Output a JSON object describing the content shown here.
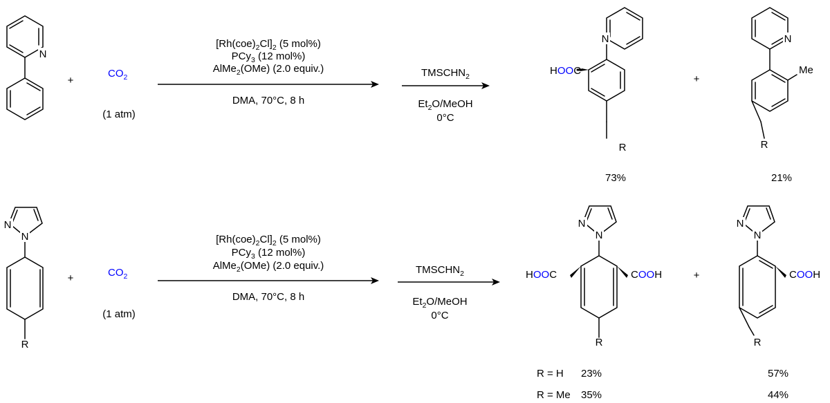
{
  "colors": {
    "text": "#000000",
    "accent": "#0000ff"
  },
  "row1": {
    "plus1": "+",
    "co2": {
      "main": "CO",
      "sub": "2"
    },
    "co2_pressure": "(1 atm)",
    "step1": {
      "line1": {
        "a": "[Rh(coe)",
        "s1": "2",
        "b": "Cl]",
        "s2": "2",
        "c": " (5 mol%)"
      },
      "line2": {
        "a": "PCy",
        "s1": "3",
        "b": " (12 mol%)"
      },
      "line3": {
        "a": "AlMe",
        "s1": "2",
        "b": "(OMe) (2.0 equiv.)"
      },
      "below": "DMA, 70°C, 8 h"
    },
    "step2": {
      "above": {
        "a": "TMSCHN",
        "s1": "2"
      },
      "below1": {
        "a": "Et",
        "s1": "2",
        "b": "O/MeOH"
      },
      "below2": "0°C"
    },
    "product1": {
      "acid": {
        "a": "H",
        "b": "OO",
        "c": "C"
      },
      "r": "R",
      "yield": "73%"
    },
    "plus2": "+",
    "product2": {
      "me": "Me",
      "r": "R",
      "yield": "21%"
    }
  },
  "row2": {
    "plus1": "+",
    "co2": {
      "main": "CO",
      "sub": "2"
    },
    "co2_pressure": "(1 atm)",
    "step1": {
      "line1": {
        "a": "[Rh(coe)",
        "s1": "2",
        "b": "Cl]",
        "s2": "2",
        "c": " (5 mol%)"
      },
      "line2": {
        "a": "PCy",
        "s1": "3",
        "b": " (12 mol%)"
      },
      "line3": {
        "a": "AlMe",
        "s1": "2",
        "b": "(OMe) (2.0 equiv.)"
      },
      "below": "DMA, 70°C, 8 h"
    },
    "step2": {
      "above": {
        "a": "TMSCHN",
        "s1": "2"
      },
      "below1": {
        "a": "Et",
        "s1": "2",
        "b": "O/MeOH"
      },
      "below2": "0°C"
    },
    "substrate_r": "R",
    "product1": {
      "acid_left": {
        "a": "H",
        "b": "OO",
        "c": "C"
      },
      "acid_right": {
        "a": "C",
        "b": "OO",
        "c": "H"
      },
      "r": "R"
    },
    "plus2": "+",
    "product2": {
      "acid": {
        "a": "C",
        "b": "OO",
        "c": "H"
      },
      "r": "R"
    },
    "yields": [
      {
        "label": "R = H",
        "y1": "23%",
        "y2": "57%"
      },
      {
        "label": "R = Me",
        "y1": "35%",
        "y2": "44%"
      }
    ]
  },
  "atoms": {
    "n": "N"
  }
}
